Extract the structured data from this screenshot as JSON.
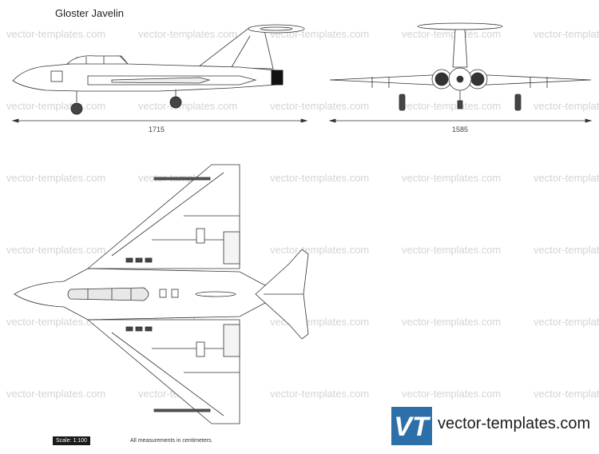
{
  "title": "Gloster Javelin",
  "watermark_text": "vector-templates.com",
  "dimensions": {
    "side_length": "1715",
    "front_span": "1585"
  },
  "footer": {
    "scale": "Scale: 1:100",
    "note": "All measurements in centimeters.",
    "site": "vector-templates.com"
  },
  "logo": {
    "letters": "VT",
    "color": "#2d6fa8"
  }
}
